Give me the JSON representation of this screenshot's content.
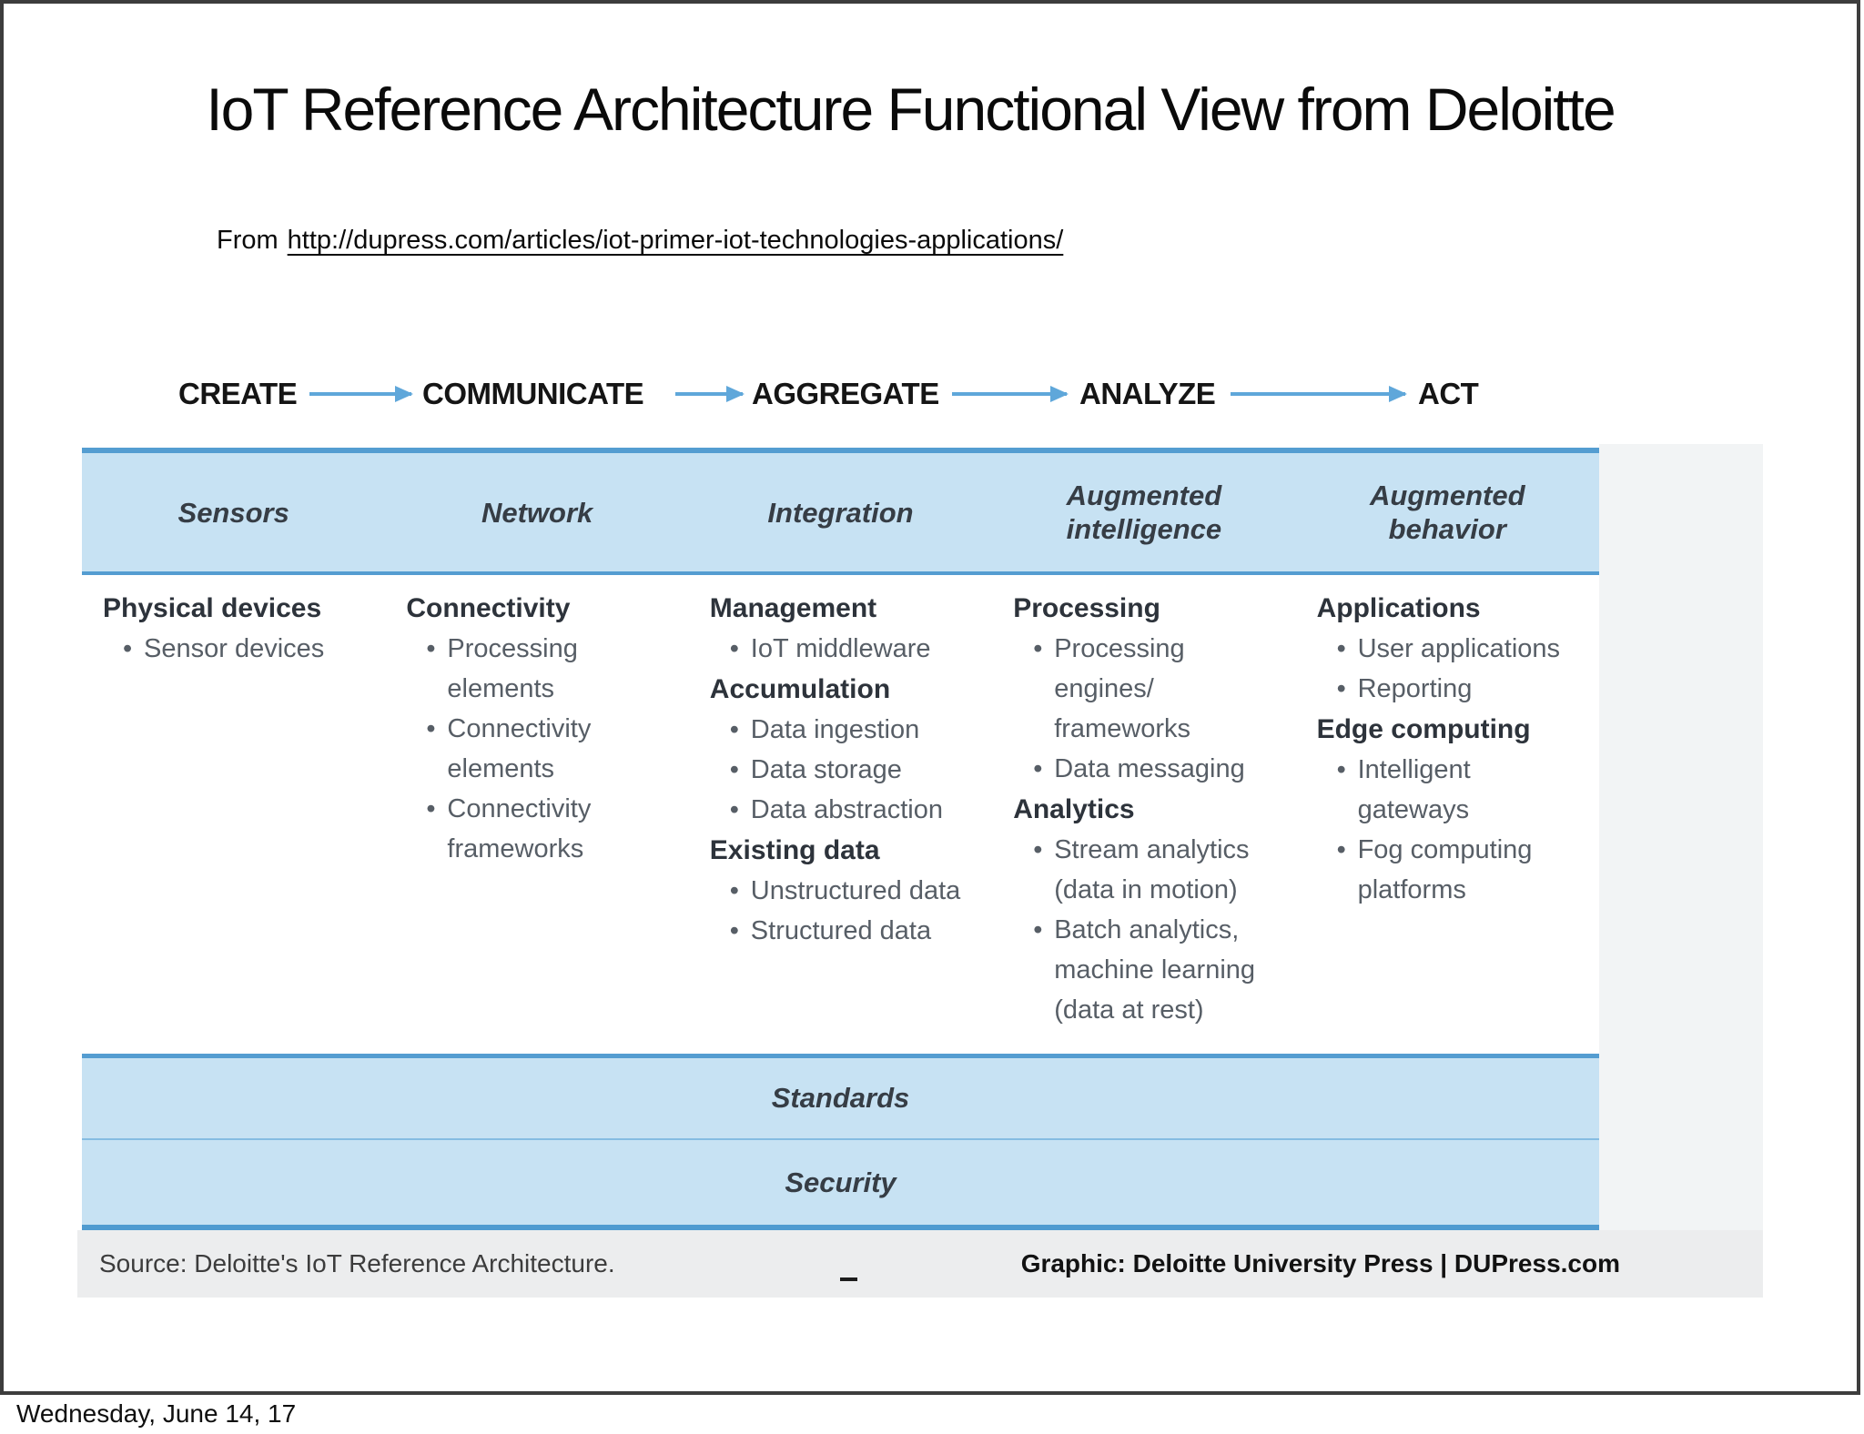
{
  "slide": {
    "title": "IoT Reference Architecture Functional View from Deloitte",
    "subtitle_prefix": "From",
    "subtitle_link": "http://dupress.com/articles/iot-primer-iot-technologies-applications/",
    "footer_date": "Wednesday, June 14, 17"
  },
  "flow": {
    "steps": [
      "CREATE",
      "COMMUNICATE",
      "AGGREGATE",
      "ANALYZE",
      "ACT"
    ],
    "arrow_icon": "arrow-right",
    "arrow_color": "#5fa7da"
  },
  "diagram": {
    "band_headers": [
      "Sensors",
      "Network",
      "Integration",
      "Augmented\nintelligence",
      "Augmented\nbehavior"
    ],
    "columns": [
      {
        "sections": [
          {
            "title": "Physical devices",
            "items": [
              "Sensor devices"
            ]
          }
        ]
      },
      {
        "sections": [
          {
            "title": "Connectivity",
            "items": [
              "Processing\nelements",
              "Connectivity\nelements",
              "Connectivity\nframeworks"
            ]
          }
        ]
      },
      {
        "sections": [
          {
            "title": "Management",
            "items": [
              "IoT middleware"
            ]
          },
          {
            "title": "Accumulation",
            "items": [
              "Data ingestion",
              "Data storage",
              "Data abstraction"
            ]
          },
          {
            "title": "Existing data",
            "items": [
              "Unstructured data",
              "Structured data"
            ]
          }
        ]
      },
      {
        "sections": [
          {
            "title": "Processing",
            "items": [
              "Processing\nengines/\nframeworks",
              "Data messaging"
            ]
          },
          {
            "title": "Analytics",
            "items": [
              "Stream analytics\n(data in motion)",
              "Batch analytics,\nmachine learning\n(data at rest)"
            ]
          }
        ]
      },
      {
        "sections": [
          {
            "title": "Applications",
            "items": [
              "User applications",
              "Reporting"
            ]
          },
          {
            "title": "Edge computing",
            "items": [
              "Intelligent\ngateways",
              "Fog computing\nplatforms"
            ]
          }
        ]
      }
    ],
    "standards_label": "Standards",
    "security_label": "Security",
    "source_left": "Source: Deloitte's IoT Reference Architecture.",
    "source_right": "Graphic: Deloitte University Press | DUPress.com",
    "colors": {
      "band_fill": "#c7e2f3",
      "band_edge": "#549dd1"
    }
  }
}
